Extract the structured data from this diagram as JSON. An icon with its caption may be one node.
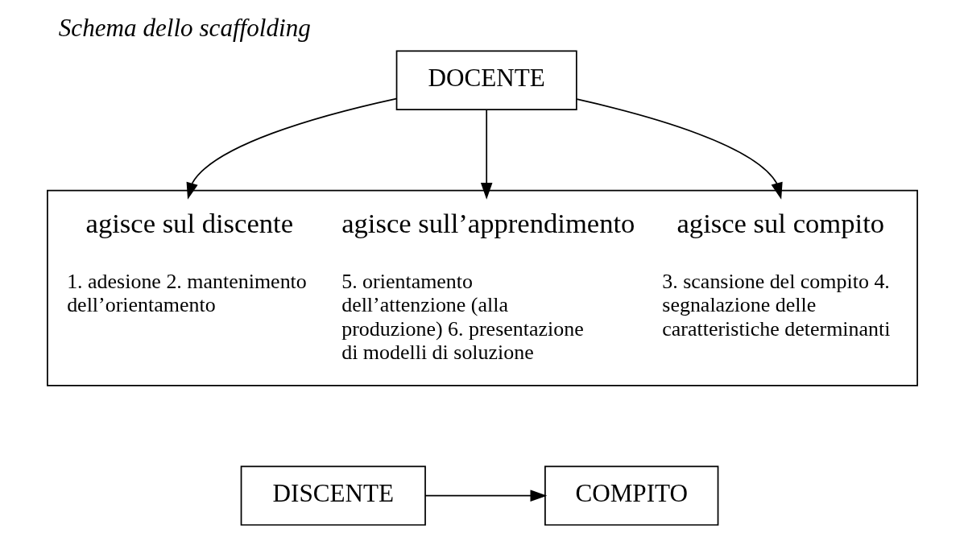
{
  "diagram": {
    "title": "Schema dello scaffolding",
    "nodes": [
      {
        "text": [
          "DOCENTE"
        ]
      },
      {
        "text": [
          "agisce sul discente",
          "agisce sull’apprendimento",
          "agisce sul compito",
          "1. adesione 2. mantenimento dell’orientamento",
          "5. orientamento dell’attenzione (alla produzione) 6. presentazione di modelli di soluzione",
          "3. scansione del compito 4. segnalazione delle caratteristiche determinanti"
        ]
      },
      {
        "text": [
          "DISCENTE"
        ]
      },
      {
        "text": [
          "COMPITO"
        ]
      }
    ],
    "edges": [
      {
        "from": 0,
        "to": 1,
        "arrow": "to"
      },
      {
        "from": 0,
        "to": 1,
        "arrow": "to"
      },
      {
        "from": 0,
        "to": 1,
        "arrow": "to"
      },
      {
        "from": 2,
        "to": 3,
        "arrow": "to"
      }
    ]
  }
}
